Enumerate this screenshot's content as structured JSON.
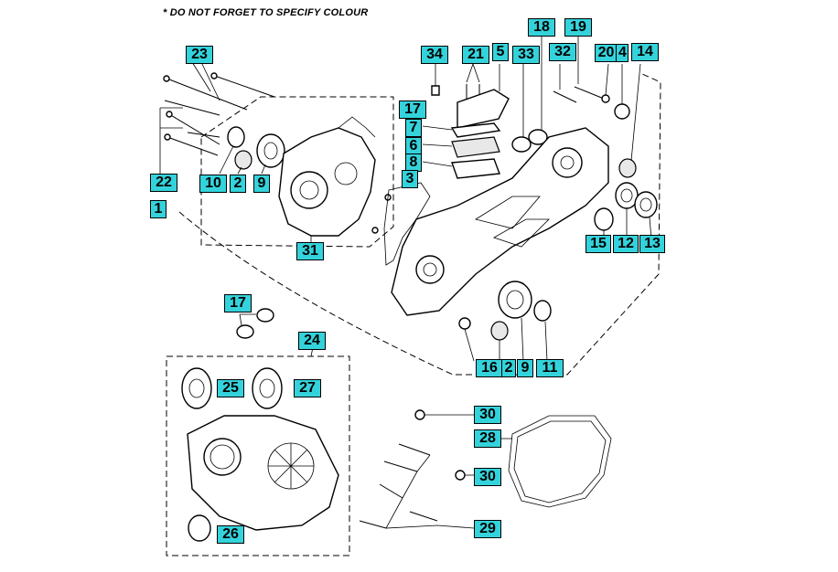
{
  "note": "*  DO NOT FORGET TO SPECIFY COLOUR",
  "callouts": {
    "c23": "23",
    "c22": "22",
    "c1": "1",
    "c10": "10",
    "c2a": "2",
    "c9a": "9",
    "c31": "31",
    "c17a": "17",
    "c7": "7",
    "c6": "6",
    "c8": "8",
    "c3": "3",
    "c34": "34",
    "c21": "21",
    "c5": "5",
    "c33": "33",
    "c18": "18",
    "c32": "32",
    "c19": "19",
    "c20": "20",
    "c4": "4",
    "c14": "14",
    "c15": "15",
    "c12": "12",
    "c13": "13",
    "c17b": "17",
    "c24": "24",
    "c25": "25",
    "c27": "27",
    "c26": "26",
    "c16": "16",
    "c2b": "2",
    "c9b": "9",
    "c11": "11",
    "c30a": "30",
    "c28": "28",
    "c30b": "30",
    "c29": "29"
  }
}
